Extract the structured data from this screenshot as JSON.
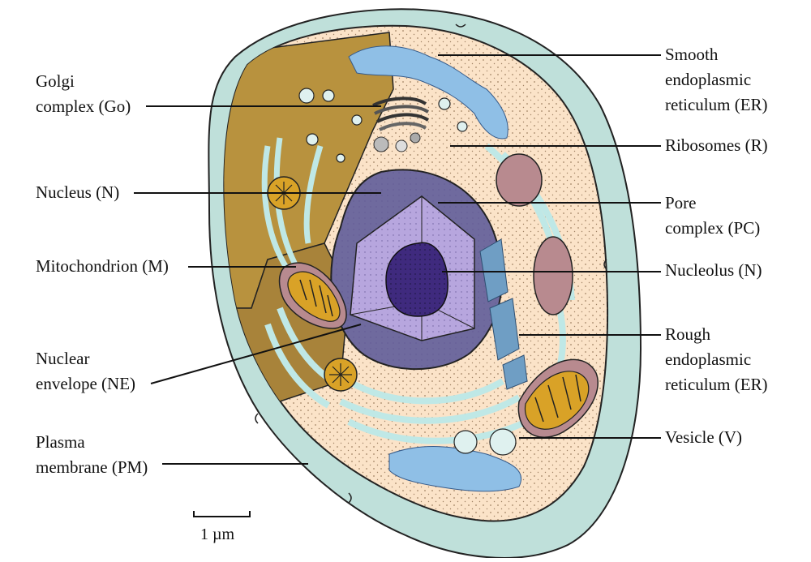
{
  "labels": {
    "golgi": [
      "Golgi",
      "complex (Go)"
    ],
    "nucleus": [
      "Nucleus (N)"
    ],
    "mitochondrion": [
      "Mitochondrion (M)"
    ],
    "nuclear_envelope": [
      "Nuclear",
      "envelope (NE)"
    ],
    "plasma_membrane": [
      "Plasma",
      "membrane (PM)"
    ],
    "smooth_er": [
      "Smooth",
      "endoplasmic",
      "reticulum (ER)"
    ],
    "ribosomes": [
      "Ribosomes (R)"
    ],
    "pore_complex": [
      "Pore",
      "complex (PC)"
    ],
    "nucleolus": [
      "Nucleolus (N)"
    ],
    "rough_er": [
      "Rough",
      "endoplasmic",
      "reticulum (ER)"
    ],
    "vesicle": [
      "Vesicle (V)"
    ]
  },
  "scale_bar": {
    "label": "1 µm"
  },
  "colors": {
    "plasma_membrane": "#bfe0da",
    "cytoplasm": "#fbe3c8",
    "cytoplasm_cut": "#b8923e",
    "er_lumen": "#bfe8e6",
    "smooth_er": "#8fbfe6",
    "nuclear_envelope": "#6f6a9e",
    "nucleoplasm": "#b7a6de",
    "nucleolus": "#3f2a7e",
    "mitochondrion": "#d9a227",
    "vacuole": "#b88a8f",
    "golgi": "#777777"
  }
}
